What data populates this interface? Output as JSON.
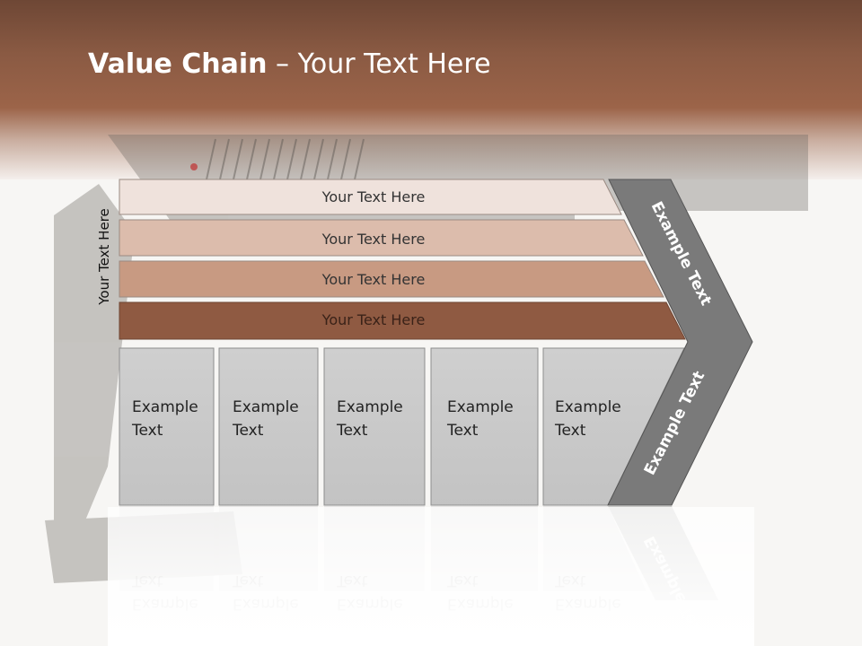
{
  "title": {
    "bold": "Value Chain",
    "rest": " – Your Text Here"
  },
  "side_label": "Your Text Here",
  "bars": [
    {
      "label": "Your Text Here",
      "color": "#efe2dc"
    },
    {
      "label": "Your Text Here",
      "color": "#dcbcac"
    },
    {
      "label": "Your Text Here",
      "color": "#c89a82"
    },
    {
      "label": "Your Text Here",
      "color": "#8f5a42"
    }
  ],
  "columns": [
    {
      "line1": "Example",
      "line2": "Text"
    },
    {
      "line1": "Example",
      "line2": "Text"
    },
    {
      "line1": "Example",
      "line2": "Text"
    },
    {
      "line1": "Example",
      "line2": "Text"
    },
    {
      "line1": "Example",
      "line2": "Text"
    }
  ],
  "chevron_labels": {
    "upper": "Example Text",
    "lower": "Example Text"
  },
  "colors": {
    "header": "#8a5a43",
    "column_fill": "#c8c8c8",
    "chevron": "#7a7a7a"
  }
}
